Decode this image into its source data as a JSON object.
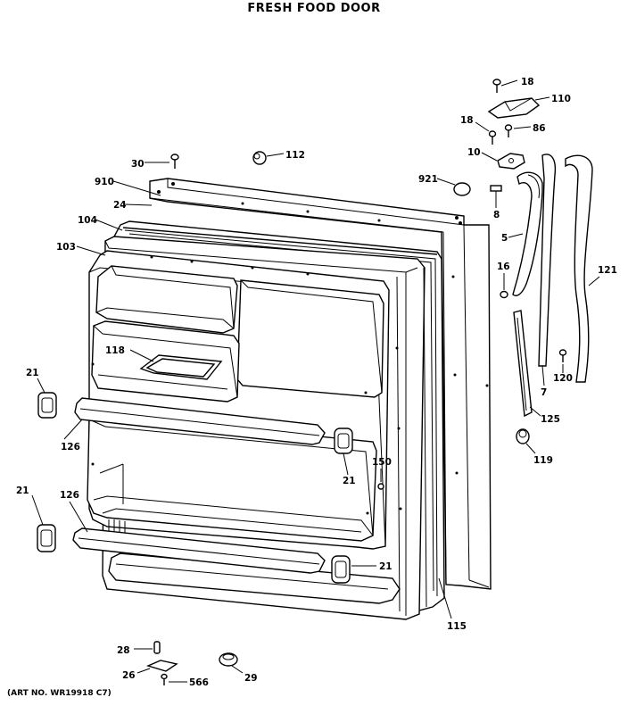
{
  "title": "FRESH FOOD DOOR",
  "art_number": "(ART NO. WR19918 C7)",
  "part_labels": {
    "p18a": "18",
    "p110": "110",
    "p18b": "18",
    "p86": "86",
    "p10": "10",
    "p30": "30",
    "p112": "112",
    "p910": "910",
    "p921": "921",
    "p24": "24",
    "p8": "8",
    "p104": "104",
    "p103": "103",
    "p5": "5",
    "p121": "121",
    "p16": "16",
    "p118": "118",
    "p7": "7",
    "p120": "120",
    "p21a": "21",
    "p125": "125",
    "p126a": "126",
    "p119": "119",
    "p150": "150",
    "p21b": "21",
    "p21c": "21",
    "p126b": "126",
    "p21d": "21",
    "p115": "115",
    "p28": "28",
    "p26": "26",
    "p566": "566",
    "p29": "29"
  }
}
